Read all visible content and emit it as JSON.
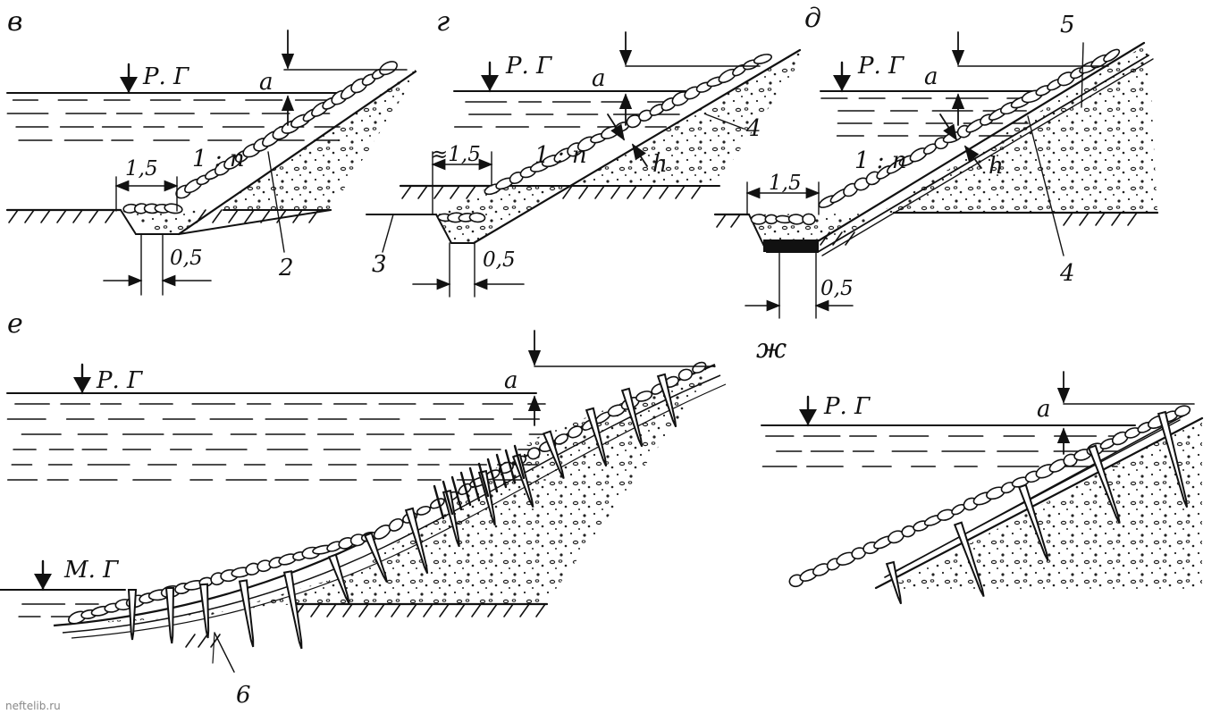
{
  "panels": {
    "v": {
      "letter": "в",
      "water": "Р. Г",
      "a": "а",
      "width": "1,5",
      "toe": "0,5",
      "slope": "1 : n",
      "callouts": [
        "2"
      ]
    },
    "g": {
      "letter": "г",
      "water": "Р. Г",
      "a": "а",
      "width": "≈1,5",
      "toe": "0,5",
      "slope": "1 : n",
      "h": "h",
      "callouts": [
        "4",
        "3"
      ]
    },
    "d": {
      "letter": "д",
      "water": "Р. Г",
      "a": "а",
      "width": "1,5",
      "toe": "0,5",
      "slope": "1 : n",
      "h": "h",
      "callouts": [
        "5",
        "4"
      ]
    },
    "e": {
      "letter": "е",
      "water_high": "Р. Г",
      "water_low": "М. Г",
      "a": "а",
      "callouts": [
        "6"
      ]
    },
    "zh": {
      "letter": "ж",
      "water": "Р. Г",
      "a": "а"
    }
  },
  "watermark": "neftelib.ru"
}
